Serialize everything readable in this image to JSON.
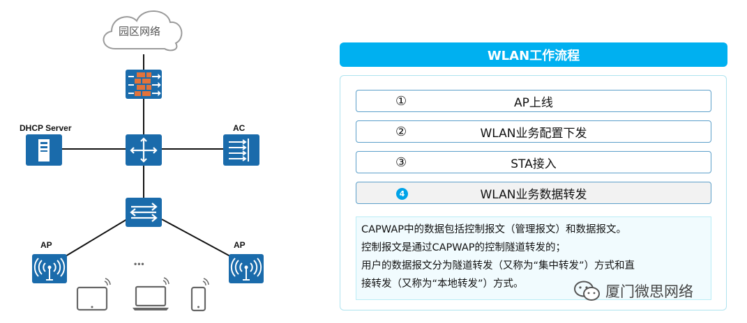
{
  "topology": {
    "cloud_label": "园区网络",
    "dhcp_label": "DHCP Server",
    "ac_label": "AC",
    "ap_left_label": "AP",
    "ap_right_label": "AP",
    "ellipsis": "•••",
    "device_color": "#1a6bab",
    "firewall_brick_color": "#e2733b"
  },
  "workflow": {
    "title": "WLAN工作流程",
    "steps": [
      {
        "num": "①",
        "text": "AP上线",
        "active": false
      },
      {
        "num": "②",
        "text": "WLAN业务配置下发",
        "active": false
      },
      {
        "num": "③",
        "text": "STA接入",
        "active": false
      },
      {
        "num": "4",
        "text": "WLAN业务数据转发",
        "active": true
      }
    ],
    "description": [
      "CAPWAP中的数据包括控制报文（管理报文）和数据报文。",
      "控制报文是通过CAPWAP的控制隧道转发的；",
      "用户的数据报文分为隧道转发（又称为“集中转发”）方式和直",
      "接转发（又称为“本地转发”）方式。"
    ],
    "accent_color": "#00b0f0"
  },
  "watermark": {
    "text": "厦门微思网络",
    "icon": "wechat-icon"
  }
}
